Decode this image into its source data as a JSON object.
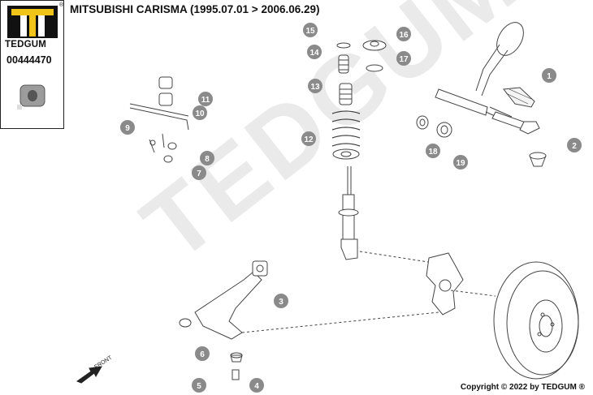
{
  "header": {
    "brand": "TEDGUM",
    "part_number": "00444470",
    "title": "MITSUBISHI CARISMA (1995.07.01 > 2006.06.29)"
  },
  "watermark": "TEDGUM",
  "footer": {
    "copyright": "Copyright © 2022 by TEDGUM ®"
  },
  "diagram": {
    "front_label": "FRONT",
    "callouts": [
      "1",
      "2",
      "3",
      "4",
      "5",
      "6",
      "7",
      "8",
      "9",
      "10",
      "11",
      "12",
      "13",
      "14",
      "15",
      "16",
      "17",
      "18",
      "19"
    ]
  },
  "colors": {
    "callout_bubble": "#8a8a8a",
    "logo_black": "#111111",
    "logo_yellow": "#f0c419"
  }
}
